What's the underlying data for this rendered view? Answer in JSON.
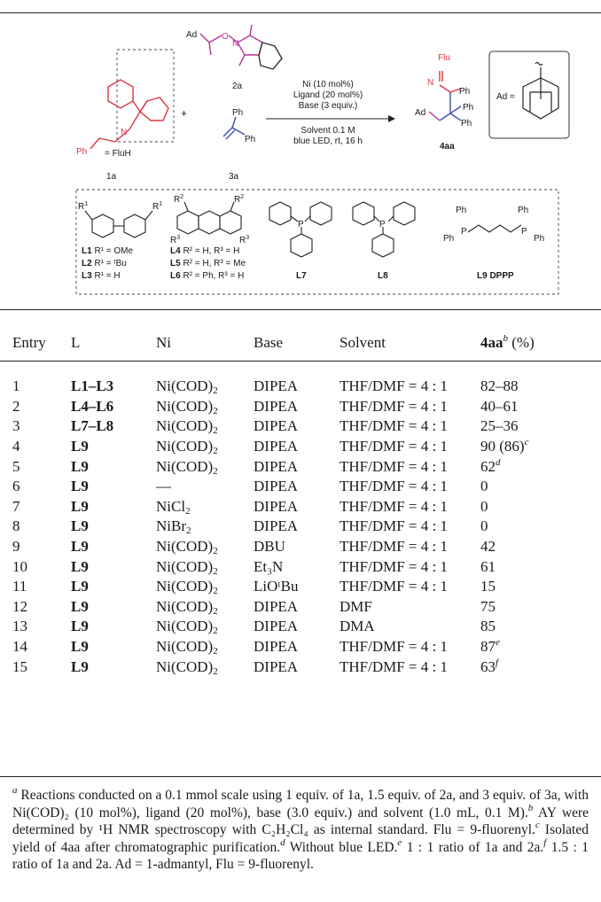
{
  "scheme": {
    "fluh_label": "= FluH",
    "ph": "Ph",
    "label_1a": "1a",
    "label_2a": "2a",
    "label_3a": "3a",
    "label_4aa": "4aa",
    "plus": "+",
    "ad": "Ad",
    "o": "O",
    "n": "N",
    "flu": "Flu",
    "ad_eq": "Ad =",
    "conditions": [
      "Ni (10 mol%)",
      "Ligand (20 mol%)",
      "Base (3 equiv.)",
      "Solvent 0.1 M",
      "blue LED, rt, 16 h"
    ],
    "ligands": {
      "r1": "R",
      "r1_sup": "1",
      "r2": "R",
      "r2_sup": "2",
      "r3": "R",
      "r3_sup": "3",
      "p": "P",
      "l1": {
        "id": "L1",
        "rest": " R¹ = OMe"
      },
      "l2": {
        "id": "L2",
        "rest": " R¹ = ᵗBu"
      },
      "l3": {
        "id": "L3",
        "rest": " R¹ = H"
      },
      "l4": {
        "id": "L4",
        "rest": " R² = H, R³ = H"
      },
      "l5": {
        "id": "L5",
        "rest": " R² = H, R³ = Me"
      },
      "l6": {
        "id": "L6",
        "rest": " R² = Ph, R³ = H"
      },
      "l7": "L7",
      "l8": "L8",
      "l9": "L9 DPPP"
    }
  },
  "table": {
    "headers": {
      "entry": "Entry",
      "l": "L",
      "ni": "Ni",
      "base": "Base",
      "solvent": "Solvent",
      "yield_main": "4aa",
      "yield_sup": "b",
      "yield_unit": " (%)"
    },
    "rows": [
      {
        "entry": "1",
        "l": "L1–L3",
        "ni": "Ni(COD)",
        "ni_sub": "2",
        "base": "DIPEA",
        "solvent": "THF/DMF = 4 : 1",
        "yield": "82–88",
        "sup": ""
      },
      {
        "entry": "2",
        "l": "L4–L6",
        "ni": "Ni(COD)",
        "ni_sub": "2",
        "base": "DIPEA",
        "solvent": "THF/DMF = 4 : 1",
        "yield": "40–61",
        "sup": ""
      },
      {
        "entry": "3",
        "l": "L7–L8",
        "ni": "Ni(COD)",
        "ni_sub": "2",
        "base": "DIPEA",
        "solvent": "THF/DMF = 4 : 1",
        "yield": "25–36",
        "sup": ""
      },
      {
        "entry": "4",
        "l": "L9",
        "ni": "Ni(COD)",
        "ni_sub": "2",
        "base": "DIPEA",
        "solvent": "THF/DMF = 4 : 1",
        "yield": "90 (86)",
        "sup": "c"
      },
      {
        "entry": "5",
        "l": "L9",
        "ni": "Ni(COD)",
        "ni_sub": "2",
        "base": "DIPEA",
        "solvent": "THF/DMF = 4 : 1",
        "yield": "62",
        "sup": "d"
      },
      {
        "entry": "6",
        "l": "L9",
        "ni": "—",
        "ni_sub": "",
        "base": "DIPEA",
        "solvent": "THF/DMF = 4 : 1",
        "yield": "0",
        "sup": ""
      },
      {
        "entry": "7",
        "l": "L9",
        "ni": "NiCl",
        "ni_sub": "2",
        "base": "DIPEA",
        "solvent": "THF/DMF = 4 : 1",
        "yield": "0",
        "sup": ""
      },
      {
        "entry": "8",
        "l": "L9",
        "ni": "NiBr",
        "ni_sub": "2",
        "base": "DIPEA",
        "solvent": "THF/DMF = 4 : 1",
        "yield": "0",
        "sup": ""
      },
      {
        "entry": "9",
        "l": "L9",
        "ni": "Ni(COD)",
        "ni_sub": "2",
        "base": "DBU",
        "solvent": "THF/DMF = 4 : 1",
        "yield": "42",
        "sup": ""
      },
      {
        "entry": "10",
        "l": "L9",
        "ni": "Ni(COD)",
        "ni_sub": "2",
        "base": "Et₃N",
        "solvent": "THF/DMF = 4 : 1",
        "yield": "61",
        "sup": ""
      },
      {
        "entry": "11",
        "l": "L9",
        "ni": "Ni(COD)",
        "ni_sub": "2",
        "base": "LiOᵗBu",
        "solvent": "THF/DMF = 4 : 1",
        "yield": "15",
        "sup": ""
      },
      {
        "entry": "12",
        "l": "L9",
        "ni": "Ni(COD)",
        "ni_sub": "2",
        "base": "DIPEA",
        "solvent": "DMF",
        "yield": "75",
        "sup": ""
      },
      {
        "entry": "13",
        "l": "L9",
        "ni": "Ni(COD)",
        "ni_sub": "2",
        "base": "DIPEA",
        "solvent": "DMA",
        "yield": "85",
        "sup": ""
      },
      {
        "entry": "14",
        "l": "L9",
        "ni": "Ni(COD)",
        "ni_sub": "2",
        "base": "DIPEA",
        "solvent": "THF/DMF = 4 : 1",
        "yield": "87",
        "sup": "e"
      },
      {
        "entry": "15",
        "l": "L9",
        "ni": "Ni(COD)",
        "ni_sub": "2",
        "base": "DIPEA",
        "solvent": "THF/DMF = 4 : 1",
        "yield": "63",
        "sup": "f"
      }
    ]
  },
  "footnotes": [
    {
      "mark": "a",
      "text": " Reactions conducted on a 0.1 mmol scale using 1 equiv. of 1a, 1.5 equiv. of 2a, and 3 equiv. of 3a, with Ni(COD)₂ (10 mol%), ligand (20 mol%), base (3.0 equiv.) and solvent (1.0 mL, 0.1 M)."
    },
    {
      "mark": "b",
      "text": " AY were determined by ¹H NMR spectroscopy with C₂H₂Cl₄ as internal standard. Flu = 9-fluorenyl."
    },
    {
      "mark": "c",
      "text": " Isolated yield of 4aa after chromatographic purification."
    },
    {
      "mark": "d",
      "text": " Without blue LED."
    },
    {
      "mark": "e",
      "text": " 1 : 1 ratio of 1a and 2a."
    },
    {
      "mark": "f",
      "text": " 1.5 : 1 ratio of 1a and 2a. Ad = 1-admantyl, Flu = 9-fluorenyl."
    }
  ],
  "colors": {
    "fluorenyl": "#d9363e",
    "redox_ester": "#b8349a",
    "alkene": "#3d4fb5",
    "text": "#1a1a1a"
  }
}
